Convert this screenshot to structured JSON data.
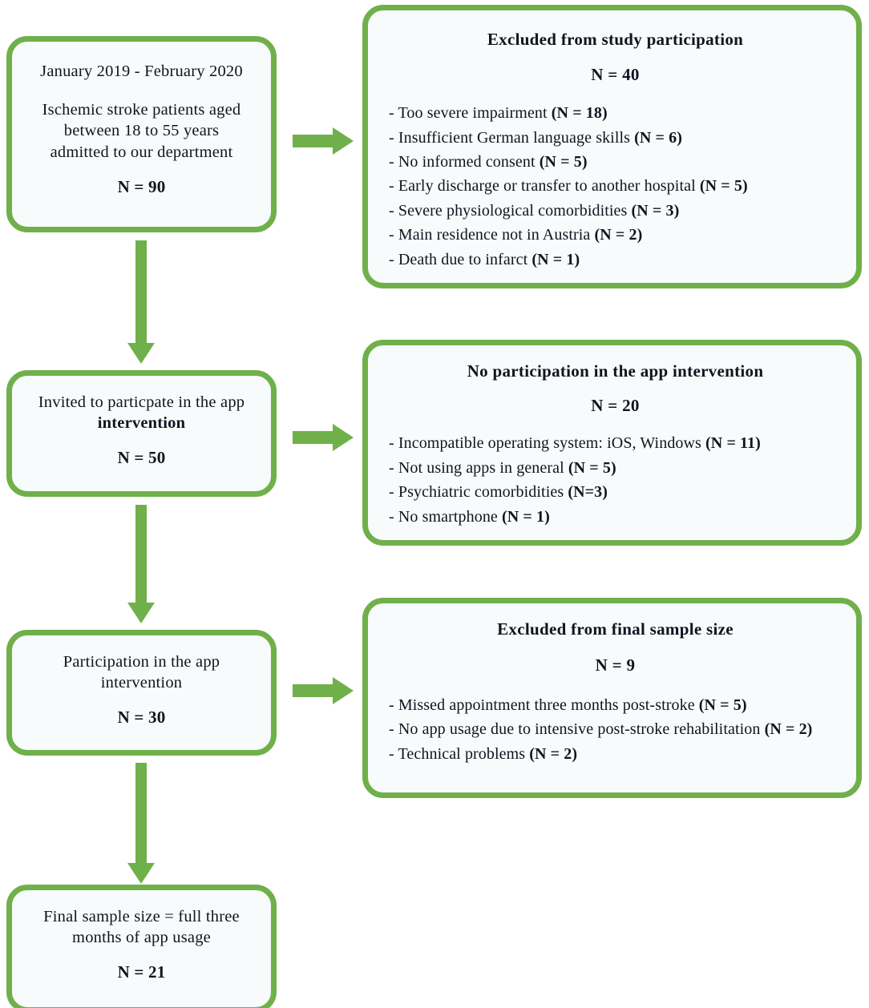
{
  "figure": {
    "type": "flowchart",
    "accent_color": "#70b04a",
    "box_fill": "#f7fbfb",
    "text_color": "#11131f"
  },
  "flow": {
    "step1": {
      "line1": "January 2019 - February 2020",
      "line2_bold": "Ischemic stroke patients",
      "line2_rest": " aged",
      "line3": "between 18 to 55 years",
      "line4_bold": "admitted",
      "line4_rest": " to our department",
      "n": "N = 90"
    },
    "step2": {
      "line1_bold": "Invited",
      "line1_rest": " to particpate in the ",
      "line1_bold2": "app",
      "line2_bold": "intervention",
      "n": "N = 50"
    },
    "step3": {
      "line1_bold": "Participation",
      "line1_rest": " in the app",
      "line2": "intervention",
      "n": "N = 30"
    },
    "step4": {
      "line1_bold": "Final sample size",
      "line1_rest": " = full three",
      "line2": "months of app usage",
      "n": "N = 21"
    }
  },
  "exclusions": {
    "excl1": {
      "title": "Excluded from study participation",
      "n": "N = 40",
      "items": [
        {
          "label": "- Too severe impairment ",
          "count": "(N = 18)"
        },
        {
          "label": "- Insufficient German language skills ",
          "count": "(N = 6)"
        },
        {
          "label": "- No informed consent ",
          "count": "(N = 5)"
        },
        {
          "label": "- Early discharge or transfer to another hospital ",
          "count": "(N = 5)"
        },
        {
          "label": "- Severe physiological comorbidities ",
          "count": "(N = 3)"
        },
        {
          "label": "- Main residence not in Austria ",
          "count": "(N = 2)"
        },
        {
          "label": "- Death due to infarct ",
          "count": "(N = 1)"
        }
      ]
    },
    "excl2": {
      "title": "No participation in the app intervention",
      "n": "N = 20",
      "items": [
        {
          "label": "- Incompatible operating system: iOS, Windows ",
          "count": "(N = 11)"
        },
        {
          "label": "- Not using apps in general ",
          "count": "(N = 5)"
        },
        {
          "label": "- Psychiatric comorbidities ",
          "count": "(N=3)"
        },
        {
          "label": "- No smartphone ",
          "count": "(N = 1)"
        }
      ]
    },
    "excl3": {
      "title": "Excluded from final sample size",
      "n": "N = 9",
      "items": [
        {
          "label": "- Missed appointment three months post-stroke ",
          "count": "(N = 5)"
        },
        {
          "label": "- No app usage due to intensive post-stroke rehabilitation ",
          "count": "(N = 2)"
        },
        {
          "label": "- Technical problems ",
          "count": "(N = 2)"
        }
      ]
    }
  },
  "chart_data": {
    "type": "flow",
    "title": "Study participant flow diagram",
    "nodes": [
      {
        "id": "screened",
        "label": "Ischemic stroke patients aged between 18 to 55 years admitted to our department",
        "period": "January 2019 - February 2020",
        "n": 90
      },
      {
        "id": "invited",
        "label": "Invited to particpate in the app intervention",
        "n": 50
      },
      {
        "id": "participated",
        "label": "Participation in the app intervention",
        "n": 30
      },
      {
        "id": "final",
        "label": "Final sample size = full three months of app usage",
        "n": 21
      }
    ],
    "exclusions": [
      {
        "from": "screened",
        "title": "Excluded from study participation",
        "n": 40,
        "reasons": [
          {
            "reason": "Too severe impairment",
            "n": 18
          },
          {
            "reason": "Insufficient German language skills",
            "n": 6
          },
          {
            "reason": "No informed consent",
            "n": 5
          },
          {
            "reason": "Early discharge or transfer to another hospital",
            "n": 5
          },
          {
            "reason": "Severe physiological comorbidities",
            "n": 3
          },
          {
            "reason": "Main residence not in Austria",
            "n": 2
          },
          {
            "reason": "Death due to infarct",
            "n": 1
          }
        ]
      },
      {
        "from": "invited",
        "title": "No participation in the app intervention",
        "n": 20,
        "reasons": [
          {
            "reason": "Incompatible operating system: iOS, Windows",
            "n": 11
          },
          {
            "reason": "Not using apps in general",
            "n": 5
          },
          {
            "reason": "Psychiatric comorbidities",
            "n": 3
          },
          {
            "reason": "No smartphone",
            "n": 1
          }
        ]
      },
      {
        "from": "participated",
        "title": "Excluded from final sample size",
        "n": 9,
        "reasons": [
          {
            "reason": "Missed appointment three months post-stroke",
            "n": 5
          },
          {
            "reason": "No app usage due to intensive post-stroke rehabilitation",
            "n": 2
          },
          {
            "reason": "Technical problems",
            "n": 2
          }
        ]
      }
    ]
  }
}
